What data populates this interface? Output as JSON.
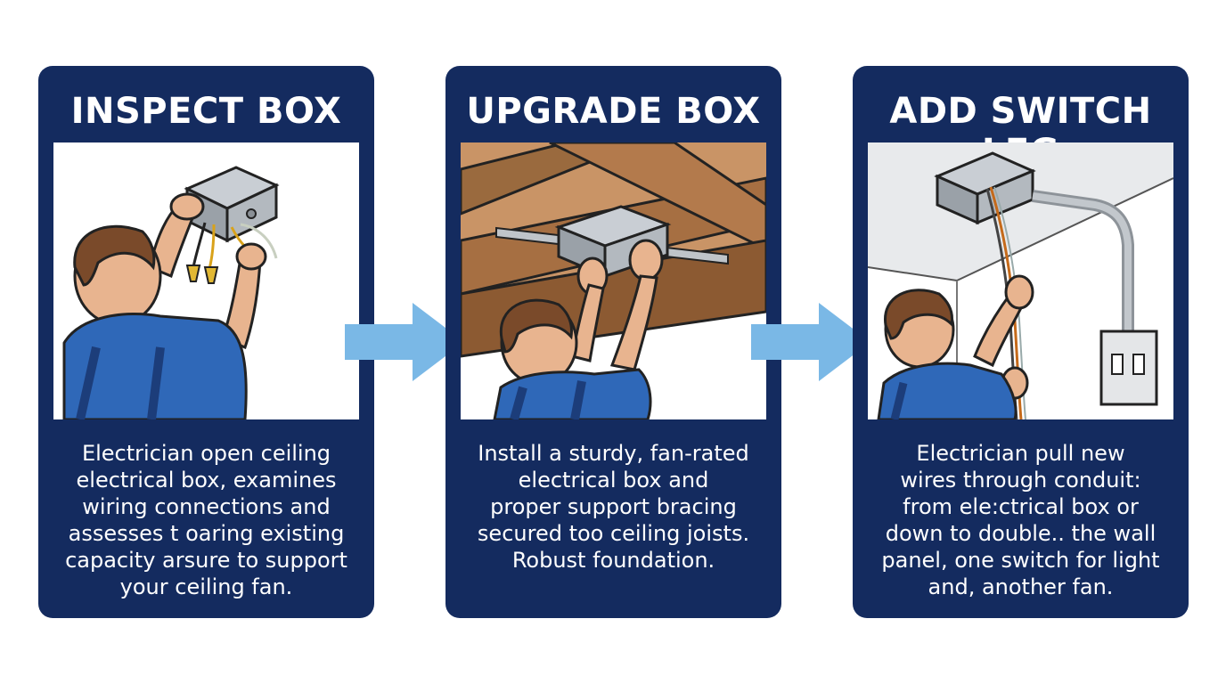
{
  "steps": [
    {
      "title": "INSPECT BOX",
      "lines": [
        "Electrician open ceiling",
        "electrical box,  examines",
        "wiring connections and",
        "assesses t oaring existing",
        "capacity arsure to support",
        "your ceiling fan."
      ]
    },
    {
      "title": "UPGRADE BOX",
      "lines": [
        "Install a sturdy, fan-rated",
        "electrical box and",
        "proper support bracing",
        "secured too ceiling joists.",
        "Robust foundation."
      ]
    },
    {
      "title": "ADD SWITCH LEG",
      "lines": [
        "Electrician pull new",
        "wires through conduit:",
        "from ele:ctrical box or",
        "down to double.. the wall",
        "panel, one switch for light",
        "and, another fan."
      ]
    }
  ],
  "colors": {
    "card_background": "#142b5f",
    "arrow": "#7ab8e6",
    "shirt": "#2f68b8",
    "wood": "#b37a4c"
  }
}
